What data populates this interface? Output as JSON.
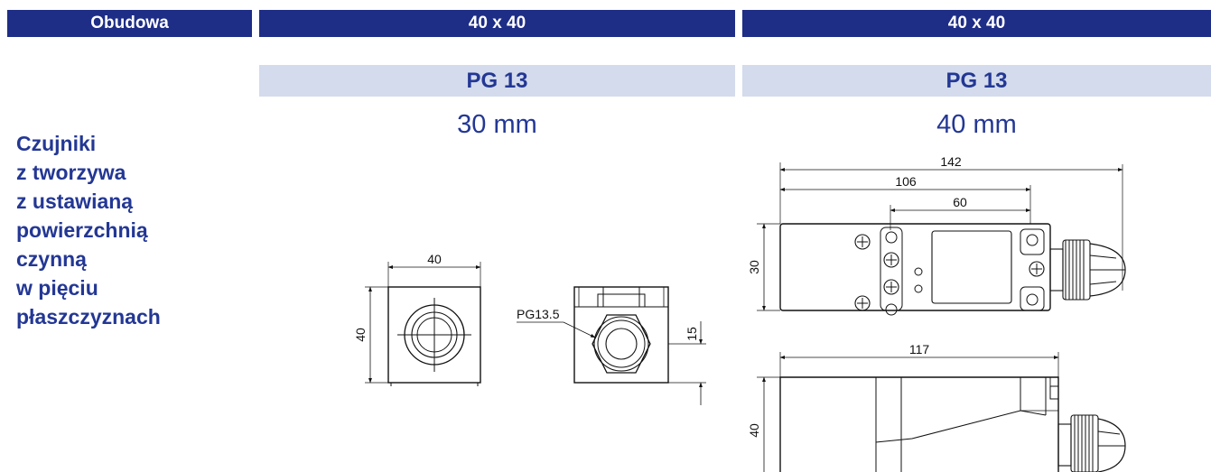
{
  "header": {
    "label": "Obudowa",
    "col1": "40 x 40",
    "col2": "40 x 40"
  },
  "thread": {
    "col1": "PG 13",
    "col2": "PG 13"
  },
  "range": {
    "col1": "30 mm",
    "col2": "40 mm"
  },
  "description": {
    "lines": [
      "Czujniki",
      "z tworzywa",
      "z ustawianą",
      "powierzchnią",
      "czynną",
      "w pięciu",
      "płaszczyznach"
    ]
  },
  "drawings": {
    "front_width": "40",
    "front_height": "40",
    "gland_label": "PG13.5",
    "gland_offset": "15",
    "top_total": "142",
    "top_body": "106",
    "top_holes": "60",
    "top_height": "30",
    "side_length": "117",
    "side_height": "40"
  },
  "colors": {
    "header_bg": "#1e2d86",
    "subheader_bg": "#d3dbec",
    "accent_text": "#233794"
  }
}
